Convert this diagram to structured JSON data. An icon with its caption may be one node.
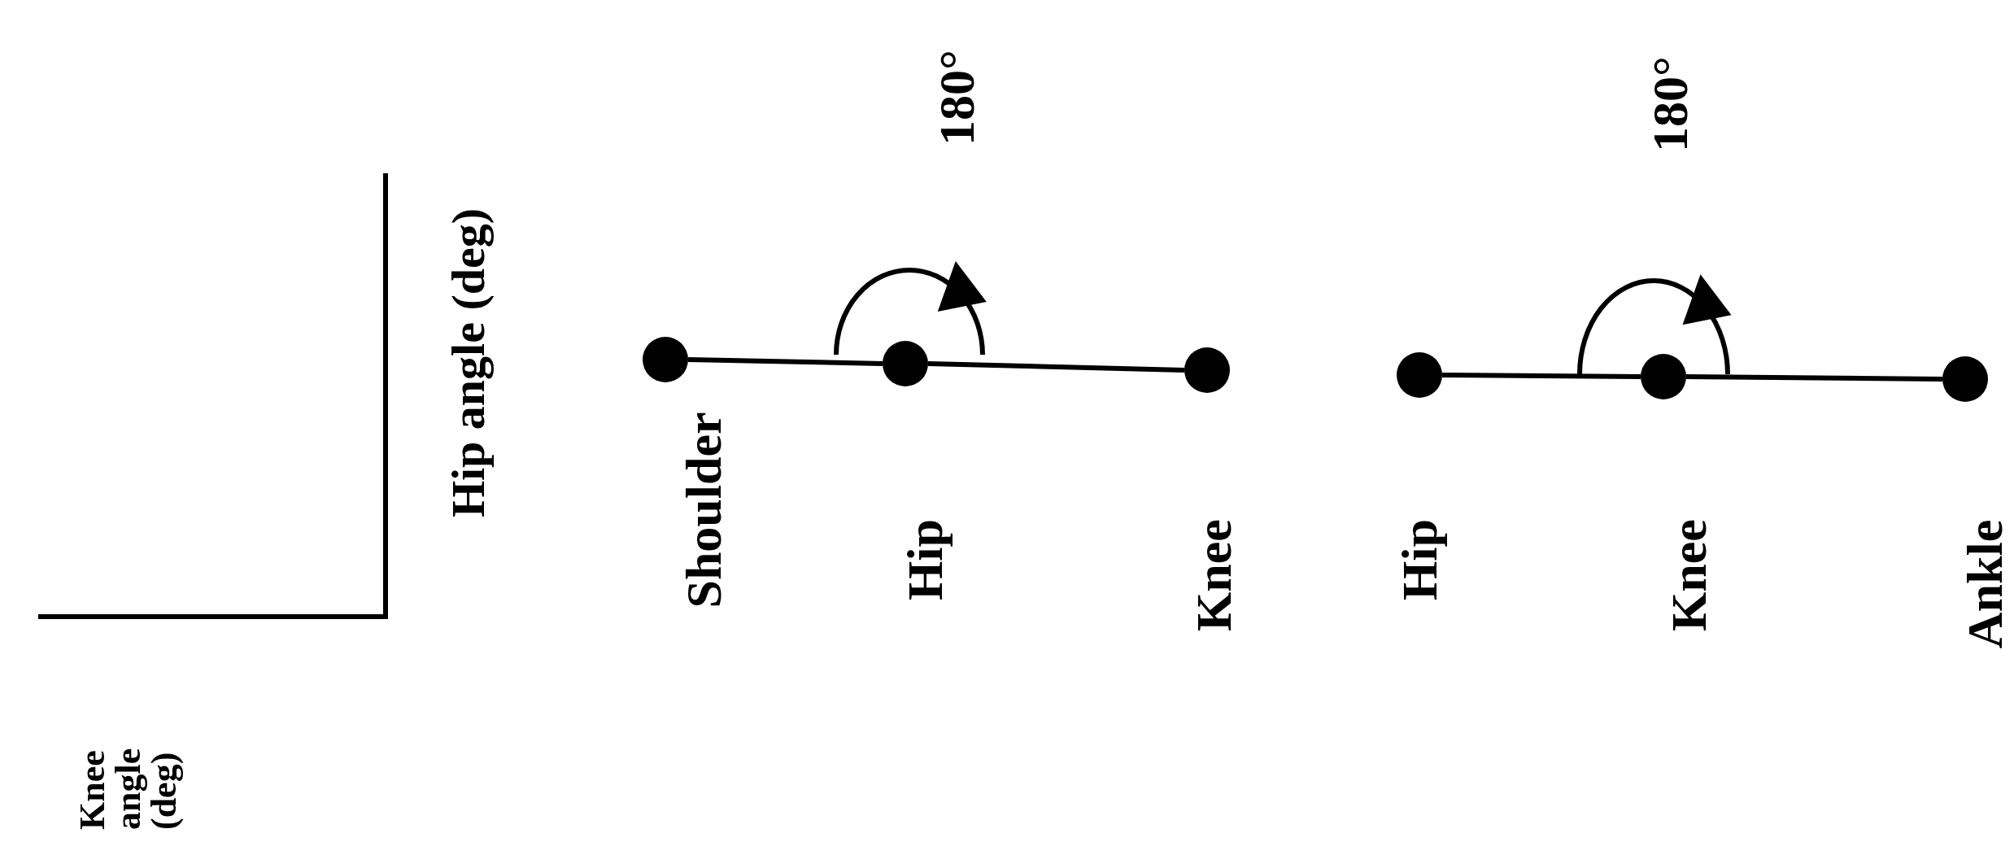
{
  "diagram": {
    "nodes": [
      {
        "text": [],
        "shape": "circle",
        "beside": [
          "Shoulder"
        ]
      },
      {
        "text": [],
        "shape": "circle",
        "beside": [
          "Hip"
        ]
      },
      {
        "text": [],
        "shape": "circle",
        "beside": [
          "Knee"
        ]
      },
      {
        "text": [],
        "shape": "circle",
        "beside": [
          "Hip"
        ]
      },
      {
        "text": [],
        "shape": "circle",
        "beside": [
          "Knee"
        ]
      },
      {
        "text": [],
        "shape": "circle",
        "beside": [
          "Ankle"
        ]
      }
    ],
    "edges": [
      {
        "from": 0,
        "to": 1,
        "arrow": "none"
      },
      {
        "from": 1,
        "to": 2,
        "arrow": "none"
      },
      {
        "from": 3,
        "to": 4,
        "arrow": "none"
      },
      {
        "from": 4,
        "to": 5,
        "arrow": "none"
      }
    ],
    "labels": [
      "Knee angle (deg)",
      "Hip angle (deg)",
      "180°",
      "180°"
    ]
  }
}
